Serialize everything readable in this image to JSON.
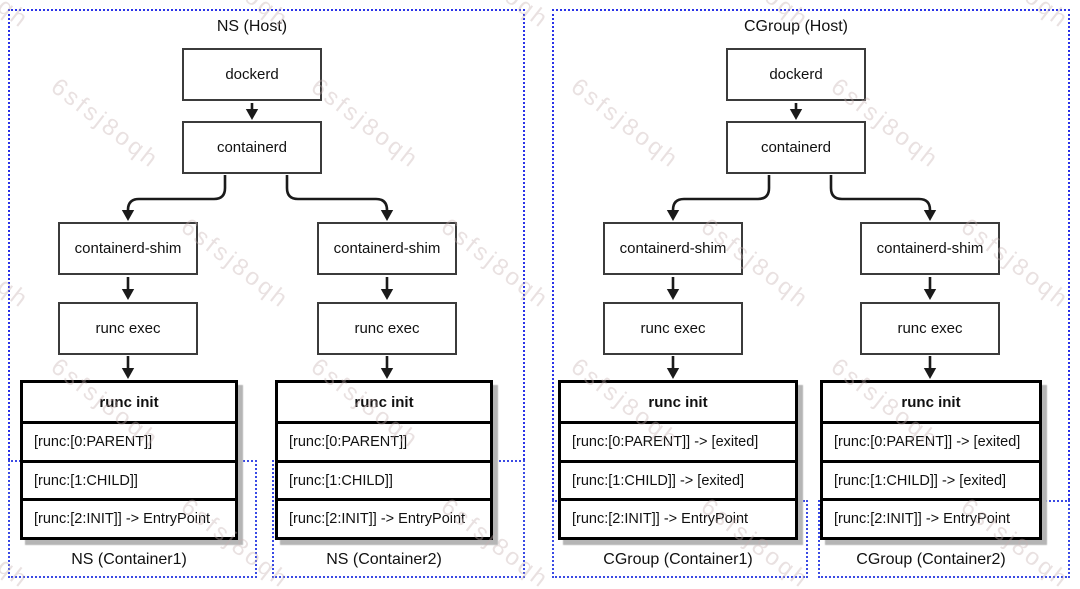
{
  "diagram": {
    "watermark": "6sfsj8oqh",
    "colors": {
      "boundary_blue": "#2b33e8",
      "box_border": "#3b3b3b",
      "stack_border": "#000000",
      "shadow_gray": "#b5b5b5"
    },
    "panels": [
      {
        "title": "NS (Host)",
        "nodes": {
          "dockerd": "dockerd",
          "containerd": "containerd",
          "shim": "containerd-shim",
          "exec": "runc exec"
        },
        "stacks": [
          {
            "header": "runc init",
            "rows": [
              "[runc:[0:PARENT]]",
              "[runc:[1:CHILD]]",
              "[runc:[2:INIT]] -> EntryPoint"
            ]
          },
          {
            "header": "runc init",
            "rows": [
              "[runc:[0:PARENT]]",
              "[runc:[1:CHILD]]",
              "[runc:[2:INIT]] -> EntryPoint"
            ]
          }
        ],
        "containers": [
          {
            "label": "NS (Container1)"
          },
          {
            "label": "NS (Container2)"
          }
        ]
      },
      {
        "title": "CGroup (Host)",
        "nodes": {
          "dockerd": "dockerd",
          "containerd": "containerd",
          "shim": "containerd-shim",
          "exec": "runc exec"
        },
        "stacks": [
          {
            "header": "runc init",
            "rows": [
              "[runc:[0:PARENT]] -> [exited]",
              "[runc:[1:CHILD]] -> [exited]",
              "[runc:[2:INIT]] -> EntryPoint"
            ]
          },
          {
            "header": "runc init",
            "rows": [
              "[runc:[0:PARENT]] -> [exited]",
              "[runc:[1:CHILD]] -> [exited]",
              "[runc:[2:INIT]] -> EntryPoint"
            ]
          }
        ],
        "containers": [
          {
            "label": "CGroup (Container1)"
          },
          {
            "label": "CGroup (Container2)"
          }
        ]
      }
    ]
  }
}
